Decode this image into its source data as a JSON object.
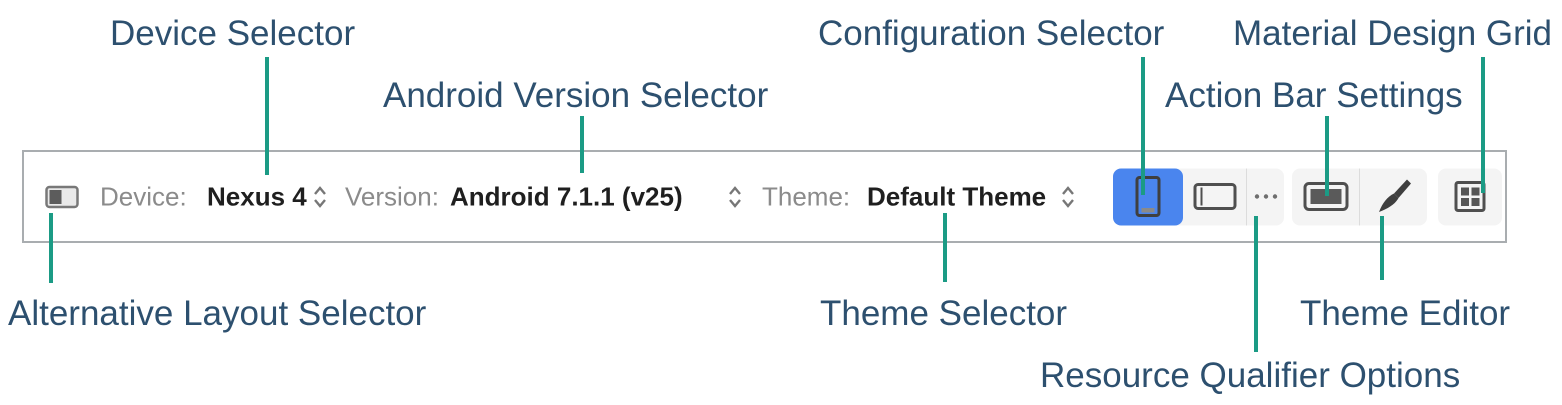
{
  "annotations": {
    "device_selector": "Device Selector",
    "android_version_selector": "Android Version Selector",
    "configuration_selector": "Configuration Selector",
    "material_design_grid": "Material Design Grid",
    "action_bar_settings": "Action Bar Settings",
    "alternative_layout_selector": "Alternative Layout Selector",
    "theme_selector": "Theme Selector",
    "theme_editor": "Theme Editor",
    "resource_qualifier_options": "Resource Qualifier Options"
  },
  "toolbar": {
    "device_label": "Device:",
    "device_value": "Nexus 4",
    "version_label": "Version:",
    "version_value": "Android 7.1.1 (v25)",
    "theme_label": "Theme:",
    "theme_value": "Default Theme",
    "icons": {
      "alternative_layout": "alternative-layout-icon",
      "dropdown_stepper": "up-down-stepper-icon",
      "configuration": "portrait-phone-icon",
      "landscape_variant": "landscape-phone-icon",
      "resource_qualifier": "ellipsis-icon",
      "action_bar": "action-bar-icon",
      "theme_editor": "paintbrush-icon",
      "material_grid": "grid-icon"
    },
    "active_button": "configuration-selector"
  },
  "colors": {
    "annotation_text": "#2d506f",
    "connector_line": "#1b9b85",
    "active_button": "#4a85ee",
    "toolbar_border": "#a9adb0",
    "muted_label": "#8b8b8b",
    "value_text": "#1f1f1f",
    "button_group_bg": "#f4f4f4",
    "icon_stroke": "#4f4f4f"
  }
}
